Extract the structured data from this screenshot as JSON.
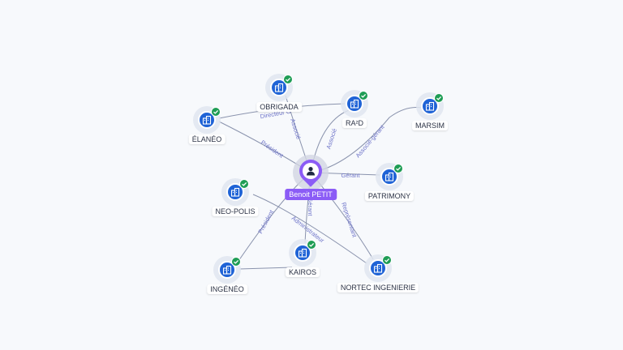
{
  "center": {
    "name": "Benoit PETIT",
    "icon": "person-icon",
    "color": "#8b5cf6"
  },
  "companies": [
    {
      "id": "obrigada",
      "name": "OBRIGADA",
      "icon": "building-icon",
      "status": "check-icon"
    },
    {
      "id": "ra2d",
      "name": "RA²D",
      "icon": "building-icon",
      "status": "check-icon"
    },
    {
      "id": "marsim",
      "name": "MARSIM",
      "icon": "building-icon",
      "status": "check-icon"
    },
    {
      "id": "elaneo",
      "name": "ÉLANÉO",
      "icon": "building-icon",
      "status": "check-icon"
    },
    {
      "id": "patrimony",
      "name": "PATRIMONY",
      "icon": "building-icon",
      "status": "check-icon"
    },
    {
      "id": "neopolis",
      "name": "NEO-POLIS",
      "icon": "building-icon",
      "status": "check-icon"
    },
    {
      "id": "kairos",
      "name": "KAIROS",
      "icon": "building-icon",
      "status": "check-icon"
    },
    {
      "id": "ingeneo",
      "name": "INGÉNÉO",
      "icon": "building-icon",
      "status": "check-icon"
    },
    {
      "id": "nortec",
      "name": "NORTEC INGENIERIE",
      "icon": "building-icon",
      "status": "check-icon"
    }
  ],
  "relations": [
    {
      "id": "r-obrigada",
      "to": "obrigada",
      "label": "Associé"
    },
    {
      "id": "r-ra2d",
      "to": "ra2d",
      "label": "Associé"
    },
    {
      "id": "r-marsim",
      "to": "marsim",
      "label": "Associé-gérant"
    },
    {
      "id": "r-elaneo",
      "to": "elaneo",
      "label": "Président"
    },
    {
      "id": "r-patrimony",
      "to": "patrimony",
      "label": "Gérant"
    },
    {
      "id": "r-neopolis",
      "to": "neopolis",
      "label": "Administrateur"
    },
    {
      "id": "r-kairos",
      "to": "kairos",
      "label": "Gérant"
    },
    {
      "id": "r-ingeneo",
      "to": "ingeneo",
      "label": "Président"
    },
    {
      "id": "r-nortec",
      "to": "nortec",
      "label": "Représentant"
    },
    {
      "id": "r-elaneo-ra2d",
      "to": "ra2d",
      "label": "Directeur G"
    },
    {
      "id": "r-ingeneo-kairos",
      "to": "kairos",
      "label": ""
    }
  ],
  "colors": {
    "company": "#1f63d6",
    "check": "#1f9d55",
    "edge": "#8a93ad",
    "edge_label": "#6f75c9"
  }
}
